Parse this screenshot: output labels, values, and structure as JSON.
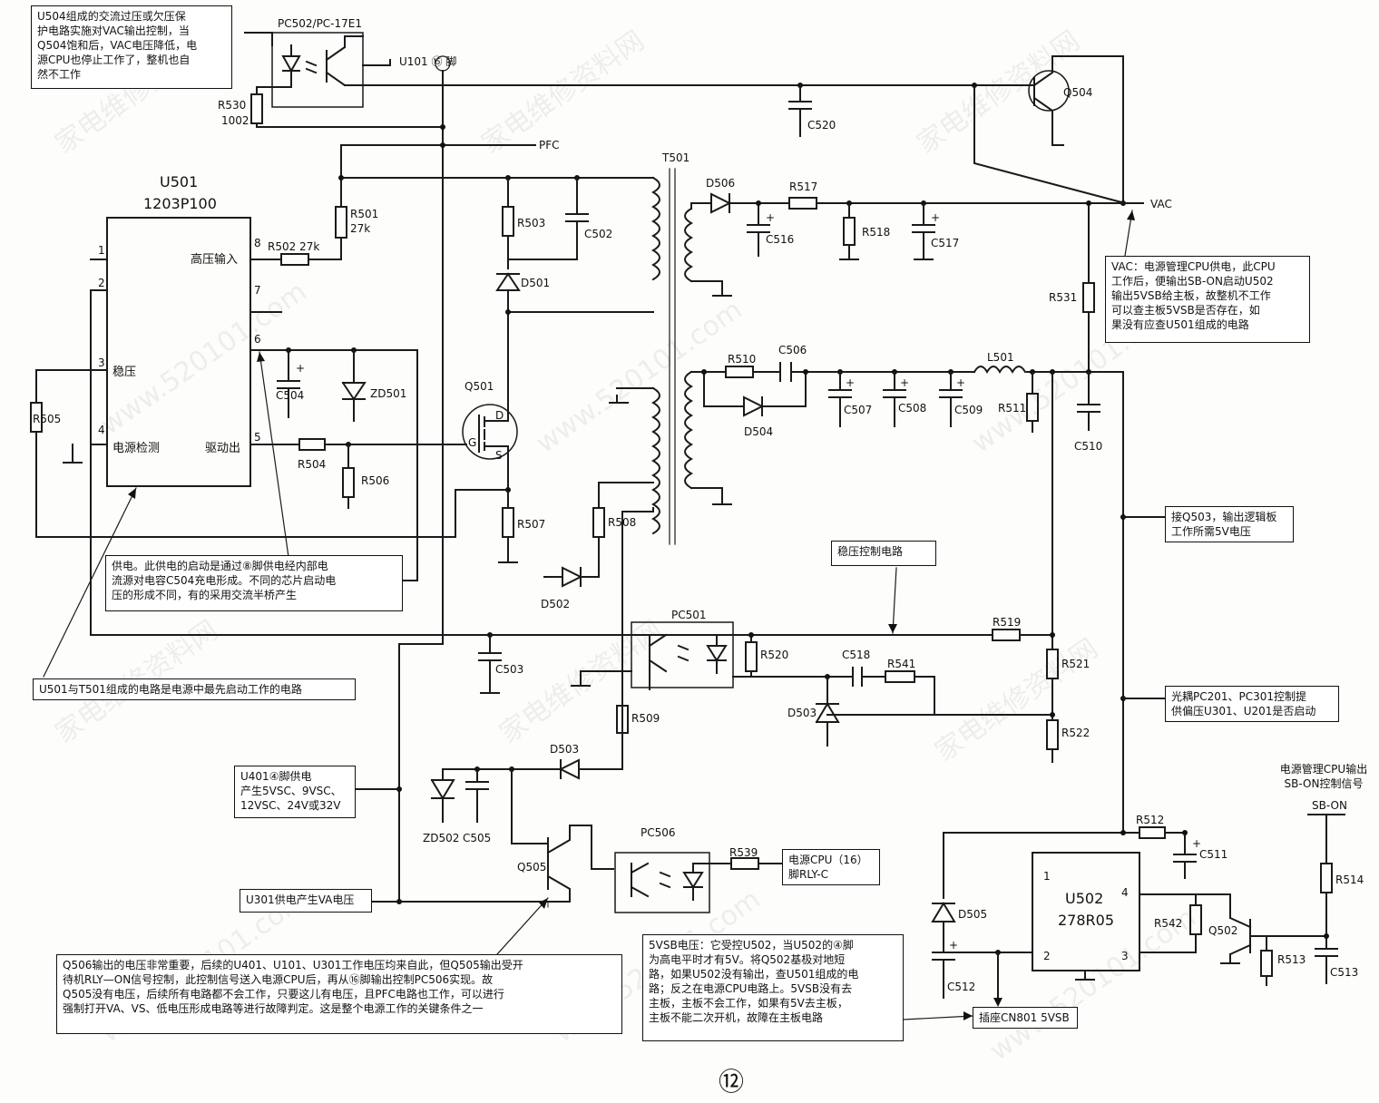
{
  "notes": {
    "u504_line1": "U504组成的交流过压或欠压保",
    "u504_line2": "护电路实施对VAC输出控制，当",
    "u504_line3": "Q504饱和后，VAC电压降低，电",
    "u504_line4": "源CPU也停止工作了，整机也自",
    "u504_line5": "然不工作",
    "vac_line1": "VAC：电源管理CPU供电，此CPU",
    "vac_line2": "工作后，便输出SB-ON启动U502",
    "vac_line3": "输出5VSB给主板，故整机不工作",
    "vac_line4": "可以查主板5VSB是否存在，如",
    "vac_line5": "果没有应查U501组成的电路",
    "supply_line1": "供电。此供电的启动是通过⑧脚供电经内部电",
    "supply_line2": "流源对电容C504充电形成。不同的芯片启动电",
    "supply_line3": "压的形成不同，有的采用交流半桥产生",
    "u501_first": "U501与T501组成的电路是电源中最先启动工作的电路",
    "q503": "接Q503，输出逻辑板",
    "q503_2": "工作所需5V电压",
    "stab_label": "稳压控制电路",
    "opto_line1": "光耦PC201、PC301控制提",
    "opto_line2": "供偏压U301、U201是否启动",
    "u401_line1": "U401④脚供电",
    "u401_line2": "产生5VSC、9VSC、",
    "u401_line3": "12VSC、24V或32V",
    "u301": "U301供电产生VA电压",
    "cpu16_line1": "电源CPU（16）",
    "cpu16_line2": "脚RLY-C",
    "q505_line1": "Q506输出的电压非常重要，后续的U401、U101、U301工作电压均来自此，但Q505输出受开",
    "q505_line2": "待机RLY—ON信号控制，此控制信号送入电源CPU后，再从⑯脚输出控制PC506实现。故",
    "q505_line3": "Q505没有电压，后续所有电路都不会工作，只要这儿有电压，且PFC电路也工作，可以进行",
    "q505_line4": "强制打开VA、VS、低电压形成电路等进行故障判定。这是整个电源工作的关键条件之一",
    "sb5v_line1": "5VSB电压：它受控U502，当U502的④脚",
    "sb5v_line2": "为高电平时才有5V。将Q502基极对地短",
    "sb5v_line3": "路，如果U502没有输出，查U501组成的电",
    "sb5v_line4": "路；反之在电源CPU电路上。5VSB没有去",
    "sb5v_line5": "主板，主板不会工作，如果有5V去主板，",
    "sb5v_line6": "主板不能二次开机，故障在主板电路",
    "cn801": "插座CN801 5VSB",
    "cpu_sbon_1": "电源管理CPU输出",
    "cpu_sbon_2": "SB-ON控制信号"
  },
  "labels": {
    "pc502": "PC502/PC-17E1",
    "u101": "U101 ⑮ 脚",
    "r530": "R530",
    "r530v": "1002",
    "pfc": "PFC",
    "c520": "C520",
    "q504": "Q504",
    "vac": "VAC",
    "u501": "U501",
    "u501p": "1203P100",
    "hv_in": "高压输入",
    "regulate": "稳压",
    "pwr_detect": "电源检测",
    "drive_out": "驱动出",
    "pin1": "1",
    "pin2": "2",
    "pin3": "3",
    "pin4": "4",
    "pin5": "5",
    "pin6": "6",
    "pin7": "7",
    "pin8": "8",
    "r501": "R501",
    "r501v": "27k",
    "r502": "R502 27k",
    "r503": "R503",
    "c502": "C502",
    "d501": "D501",
    "t501": "T501",
    "d506": "D506",
    "r517": "R517",
    "c516": "C516",
    "r518": "R518",
    "c517": "C517",
    "r531": "R531",
    "c504": "C504",
    "zd501": "ZD501",
    "r505": "R505",
    "q501": "Q501",
    "gate_g": "G",
    "gate_d": "D",
    "gate_s": "S",
    "r504": "R504",
    "r506": "R506",
    "r507": "R507",
    "r508": "R508",
    "d502": "D502",
    "r510": "R510",
    "c506": "C506",
    "d504": "D504",
    "c507": "C507",
    "c508": "C508",
    "c509": "C509",
    "l501": "L501",
    "r511": "R511",
    "c510": "C510",
    "pc501": "PC501",
    "r519": "R519",
    "r520": "R520",
    "c518": "C518",
    "r541": "R541",
    "r521": "R521",
    "d503a": "D503",
    "r522": "R522",
    "c503": "C503",
    "r509": "R509",
    "d503b": "D503",
    "zd502": "ZD502",
    "c505": "C505",
    "q505": "Q505",
    "pc506": "PC506",
    "r539": "R539",
    "r512": "R512",
    "c511": "C511",
    "sb_on": "SB-ON",
    "u502": "U502",
    "u502p": "278R05",
    "u502p1": "1",
    "u502p2": "2",
    "u502p3": "3",
    "u502p4": "4",
    "d505": "D505",
    "c512": "C512",
    "r542": "R542",
    "q502": "Q502",
    "r513": "R513",
    "r514": "R514",
    "c513": "C513",
    "page_no": "⑫"
  },
  "watermarks": [
    "家电维修资料网",
    "www.520101.com"
  ],
  "colors": {
    "ink": "#1a1a1a",
    "paper": "#fdfdfb"
  }
}
